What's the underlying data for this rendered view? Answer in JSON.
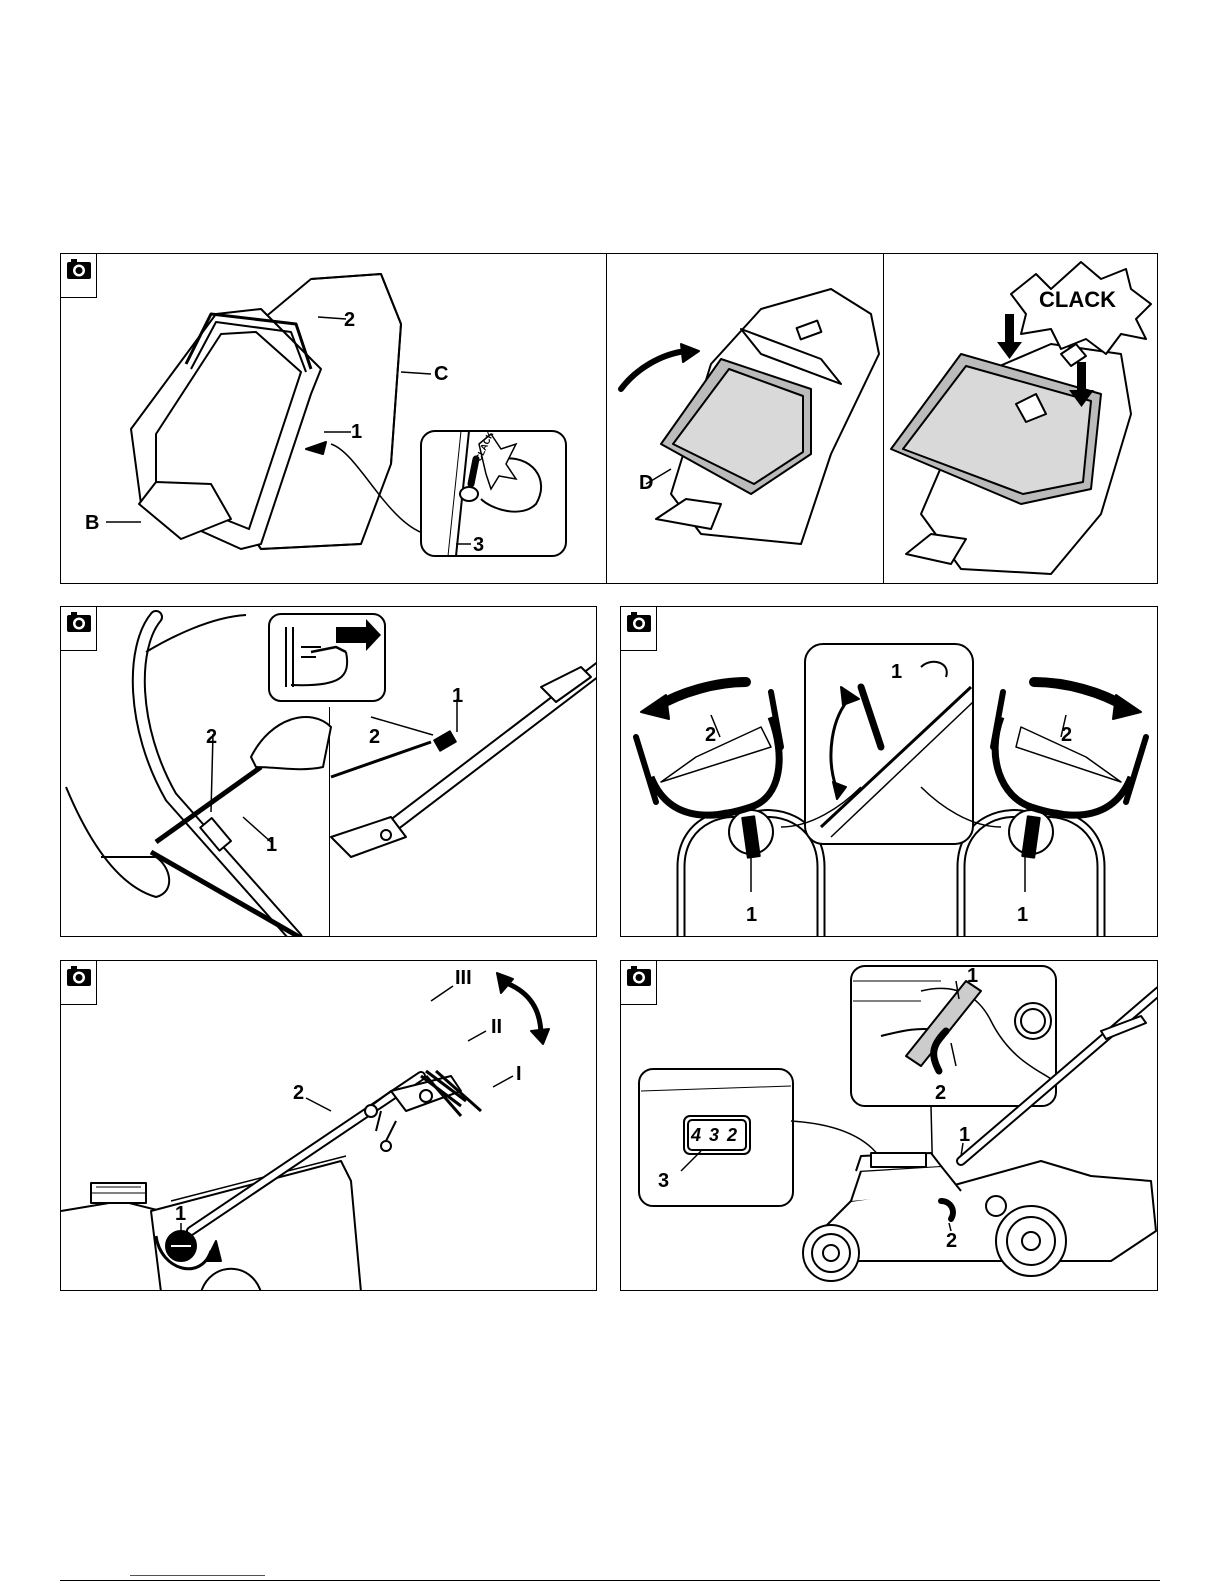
{
  "panel_top": {
    "labels": {
      "b": "B",
      "c": "C",
      "d": "D",
      "one": "1",
      "two": "2",
      "three": "3"
    },
    "clack_small": "CLACK",
    "clack_big": "CLACK"
  },
  "panel_handle": {
    "labels": {
      "one_a": "1",
      "two_a": "2",
      "one_b": "1",
      "two_b": "2"
    }
  },
  "panel_levers": {
    "labels": {
      "one_inset": "1",
      "two_left": "2",
      "two_right": "2",
      "one_left": "1",
      "one_right": "1"
    }
  },
  "panel_height": {
    "labels": {
      "iii": "III",
      "ii": "II",
      "i": "I",
      "two": "2",
      "one": "1"
    }
  },
  "panel_fuel": {
    "labels": {
      "one_top": "1",
      "two_top": "2",
      "three": "3",
      "one_main": "1",
      "two_main": "2"
    },
    "gauge": {
      "d1": "4",
      "d2": "3",
      "d3": "2"
    }
  },
  "icons": {
    "camera": "camera-icon"
  }
}
